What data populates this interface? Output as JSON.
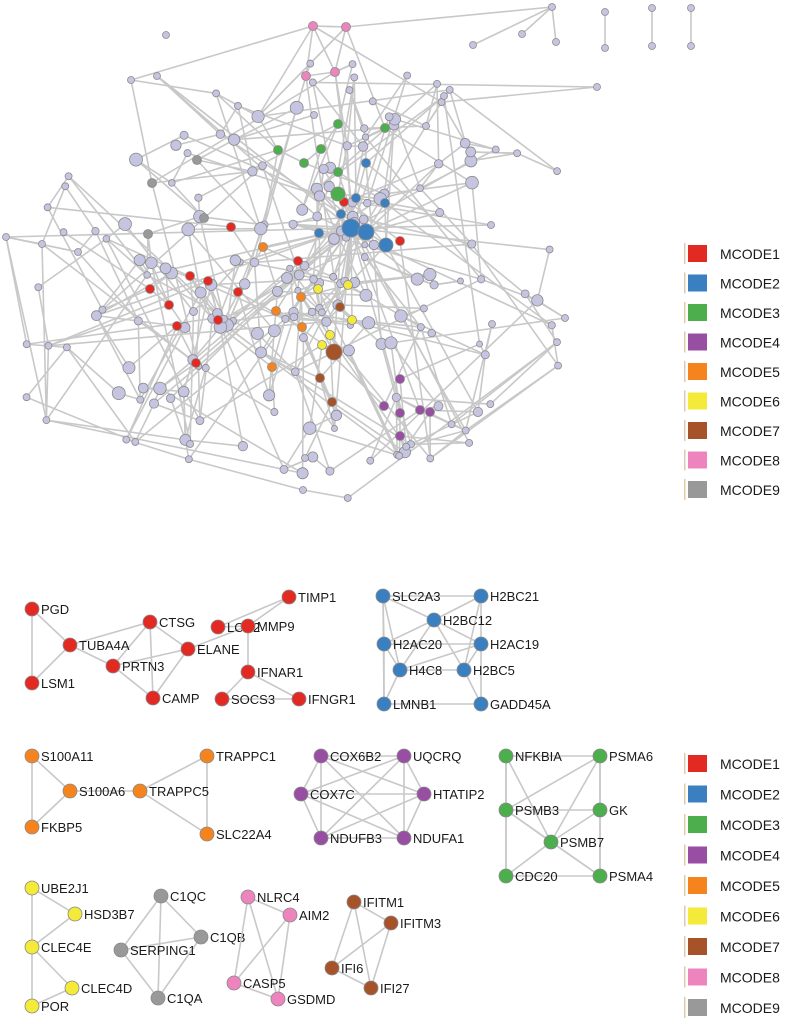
{
  "colors": {
    "MCODE1": "#e32a22",
    "MCODE2": "#3a7fc0",
    "MCODE3": "#4cae4c",
    "MCODE4": "#984ea3",
    "MCODE5": "#f5841f",
    "MCODE6": "#f3ea3a",
    "MCODE7": "#a6532a",
    "MCODE8": "#ee84bd",
    "MCODE9": "#999999",
    "network_node": "#c5c5e2",
    "edge": "#c8c8c8"
  },
  "legend": {
    "items": [
      "MCODE1",
      "MCODE2",
      "MCODE3",
      "MCODE4",
      "MCODE5",
      "MCODE6",
      "MCODE7",
      "MCODE8",
      "MCODE9"
    ]
  },
  "clusters": [
    {
      "id": "MCODE1",
      "nodes": [
        "PGD",
        "TUBA4A",
        "LSM1",
        "CTSG",
        "PRTN3",
        "ELANE",
        "CAMP",
        "LCN2",
        "TIMP1",
        "MMP9",
        "IFNAR1",
        "SOCS3",
        "IFNGR1"
      ],
      "edges": [
        [
          "PGD",
          "TUBA4A"
        ],
        [
          "PGD",
          "LSM1"
        ],
        [
          "TUBA4A",
          "LSM1"
        ],
        [
          "TUBA4A",
          "PRTN3"
        ],
        [
          "TUBA4A",
          "CTSG"
        ],
        [
          "CTSG",
          "PRTN3"
        ],
        [
          "CTSG",
          "ELANE"
        ],
        [
          "CTSG",
          "CAMP"
        ],
        [
          "PRTN3",
          "ELANE"
        ],
        [
          "PRTN3",
          "CAMP"
        ],
        [
          "ELANE",
          "CAMP"
        ],
        [
          "ELANE",
          "MMP9"
        ],
        [
          "LCN2",
          "MMP9"
        ],
        [
          "LCN2",
          "TIMP1"
        ],
        [
          "TIMP1",
          "MMP9"
        ],
        [
          "MMP9",
          "IFNAR1"
        ],
        [
          "IFNAR1",
          "SOCS3"
        ],
        [
          "SOCS3",
          "IFNGR1"
        ],
        [
          "IFNAR1",
          "IFNGR1"
        ]
      ]
    },
    {
      "id": "MCODE2",
      "nodes": [
        "SLC2A3",
        "H2BC21",
        "H2BC12",
        "H2AC20",
        "H2AC19",
        "H4C8",
        "H2BC5",
        "LMNB1",
        "GADD45A"
      ],
      "edges": [
        [
          "SLC2A3",
          "H2BC21"
        ],
        [
          "SLC2A3",
          "H2BC12"
        ],
        [
          "SLC2A3",
          "H2AC20"
        ],
        [
          "SLC2A3",
          "H4C8"
        ],
        [
          "SLC2A3",
          "LMNB1"
        ],
        [
          "H2BC21",
          "H2BC12"
        ],
        [
          "H2BC21",
          "H2AC19"
        ],
        [
          "H2BC21",
          "H2BC5"
        ],
        [
          "H2BC12",
          "H2AC20"
        ],
        [
          "H2BC12",
          "H2AC19"
        ],
        [
          "H2BC12",
          "H4C8"
        ],
        [
          "H2BC12",
          "H2BC5"
        ],
        [
          "H2AC20",
          "H4C8"
        ],
        [
          "H2AC20",
          "H2AC19"
        ],
        [
          "H2AC20",
          "LMNB1"
        ],
        [
          "H2AC19",
          "H2BC5"
        ],
        [
          "H2AC19",
          "H4C8"
        ],
        [
          "H4C8",
          "H2BC5"
        ],
        [
          "H4C8",
          "LMNB1"
        ],
        [
          "H2BC5",
          "GADD45A"
        ],
        [
          "H2AC19",
          "GADD45A"
        ],
        [
          "LMNB1",
          "GADD45A"
        ]
      ]
    },
    {
      "id": "MCODE5",
      "nodes": [
        "S100A11",
        "S100A6",
        "FKBP5",
        "TRAPPC1",
        "TRAPPC5",
        "SLC22A4"
      ],
      "edges": [
        [
          "S100A11",
          "S100A6"
        ],
        [
          "S100A11",
          "FKBP5"
        ],
        [
          "S100A6",
          "FKBP5"
        ],
        [
          "S100A6",
          "TRAPPC5"
        ],
        [
          "TRAPPC1",
          "TRAPPC5"
        ],
        [
          "TRAPPC5",
          "SLC22A4"
        ],
        [
          "TRAPPC1",
          "SLC22A4"
        ]
      ]
    },
    {
      "id": "MCODE4",
      "nodes": [
        "COX6B2",
        "UQCRQ",
        "COX7C",
        "HTATIP2",
        "NDUFB3",
        "NDUFA1"
      ],
      "edges": [
        [
          "COX6B2",
          "UQCRQ"
        ],
        [
          "COX6B2",
          "COX7C"
        ],
        [
          "COX6B2",
          "HTATIP2"
        ],
        [
          "COX6B2",
          "NDUFB3"
        ],
        [
          "COX6B2",
          "NDUFA1"
        ],
        [
          "UQCRQ",
          "COX7C"
        ],
        [
          "UQCRQ",
          "HTATIP2"
        ],
        [
          "UQCRQ",
          "NDUFB3"
        ],
        [
          "UQCRQ",
          "NDUFA1"
        ],
        [
          "COX7C",
          "HTATIP2"
        ],
        [
          "COX7C",
          "NDUFB3"
        ],
        [
          "COX7C",
          "NDUFA1"
        ],
        [
          "HTATIP2",
          "NDUFB3"
        ],
        [
          "HTATIP2",
          "NDUFA1"
        ],
        [
          "NDUFB3",
          "NDUFA1"
        ]
      ]
    },
    {
      "id": "MCODE3",
      "nodes": [
        "NFKBIA",
        "PSMA6",
        "PSMB3",
        "GK",
        "PSMB7",
        "CDC20",
        "PSMA4"
      ],
      "edges": [
        [
          "NFKBIA",
          "PSMA6"
        ],
        [
          "NFKBIA",
          "PSMB3"
        ],
        [
          "NFKBIA",
          "PSMB7"
        ],
        [
          "NFKBIA",
          "CDC20"
        ],
        [
          "PSMA6",
          "PSMB3"
        ],
        [
          "PSMA6",
          "GK"
        ],
        [
          "PSMA6",
          "PSMB7"
        ],
        [
          "PSMA6",
          "PSMA4"
        ],
        [
          "PSMB3",
          "GK"
        ],
        [
          "PSMB3",
          "PSMB7"
        ],
        [
          "PSMB3",
          "CDC20"
        ],
        [
          "PSMB3",
          "PSMA4"
        ],
        [
          "GK",
          "PSMB7"
        ],
        [
          "GK",
          "PSMA4"
        ],
        [
          "PSMB7",
          "CDC20"
        ],
        [
          "PSMB7",
          "PSMA4"
        ],
        [
          "CDC20",
          "PSMA4"
        ]
      ]
    },
    {
      "id": "MCODE6",
      "nodes": [
        "UBE2J1",
        "HSD3B7",
        "CLEC4E",
        "CLEC4D",
        "POR"
      ],
      "edges": [
        [
          "UBE2J1",
          "HSD3B7"
        ],
        [
          "UBE2J1",
          "CLEC4E"
        ],
        [
          "HSD3B7",
          "CLEC4E"
        ],
        [
          "CLEC4E",
          "CLEC4D"
        ],
        [
          "CLEC4E",
          "POR"
        ],
        [
          "CLEC4D",
          "POR"
        ]
      ]
    },
    {
      "id": "MCODE9",
      "nodes": [
        "C1QC",
        "C1QB",
        "SERPING1",
        "C1QA"
      ],
      "edges": [
        [
          "C1QC",
          "C1QB"
        ],
        [
          "C1QC",
          "SERPING1"
        ],
        [
          "C1QC",
          "C1QA"
        ],
        [
          "C1QB",
          "SERPING1"
        ],
        [
          "C1QB",
          "C1QA"
        ],
        [
          "SERPING1",
          "C1QA"
        ]
      ]
    },
    {
      "id": "MCODE8",
      "nodes": [
        "NLRC4",
        "AIM2",
        "CASP5",
        "GSDMD"
      ],
      "edges": [
        [
          "NLRC4",
          "AIM2"
        ],
        [
          "NLRC4",
          "CASP5"
        ],
        [
          "NLRC4",
          "GSDMD"
        ],
        [
          "AIM2",
          "CASP5"
        ],
        [
          "AIM2",
          "GSDMD"
        ],
        [
          "CASP5",
          "GSDMD"
        ]
      ]
    },
    {
      "id": "MCODE7",
      "nodes": [
        "IFITM1",
        "IFITM3",
        "IFI6",
        "IFI27"
      ],
      "edges": [
        [
          "IFITM1",
          "IFITM3"
        ],
        [
          "IFITM1",
          "IFI6"
        ],
        [
          "IFITM1",
          "IFI27"
        ],
        [
          "IFITM3",
          "IFI6"
        ],
        [
          "IFITM3",
          "IFI27"
        ],
        [
          "IFI6",
          "IFI27"
        ]
      ]
    }
  ]
}
